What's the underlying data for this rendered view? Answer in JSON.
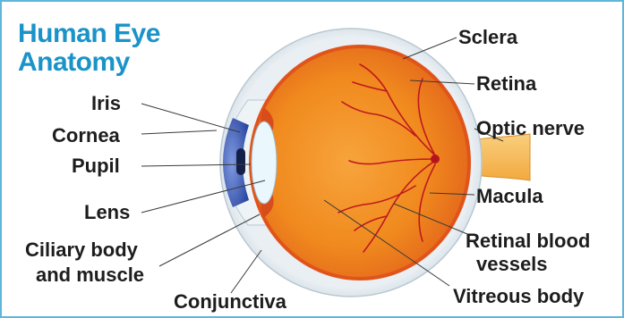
{
  "title": {
    "line1": "Human Eye",
    "line2": "Anatomy"
  },
  "colors": {
    "title": "#1a93c9",
    "frame": "#5fb6d9",
    "sclera": "#dfe8ee",
    "vitreous": "#f08a1e",
    "retina_edge": "#e0541a",
    "iris": "#3f5fb8",
    "lens": "#e8f6fb",
    "optic_nerve": "#f6b852",
    "vessels": "#c0181e",
    "leader": "#3a3a3a"
  },
  "labels": {
    "sclera": "Sclera",
    "retina": "Retina",
    "optic_nerve": "Optic nerve",
    "macula": "Macula",
    "retinal_vessels_1": "Retinal blood",
    "retinal_vessels_2": "vessels",
    "vitreous": "Vitreous body",
    "iris": "Iris",
    "cornea": "Cornea",
    "pupil": "Pupil",
    "lens": "Lens",
    "ciliary_1": "Ciliary body",
    "ciliary_2": "and muscle",
    "conjunctiva": "Conjunctiva"
  }
}
